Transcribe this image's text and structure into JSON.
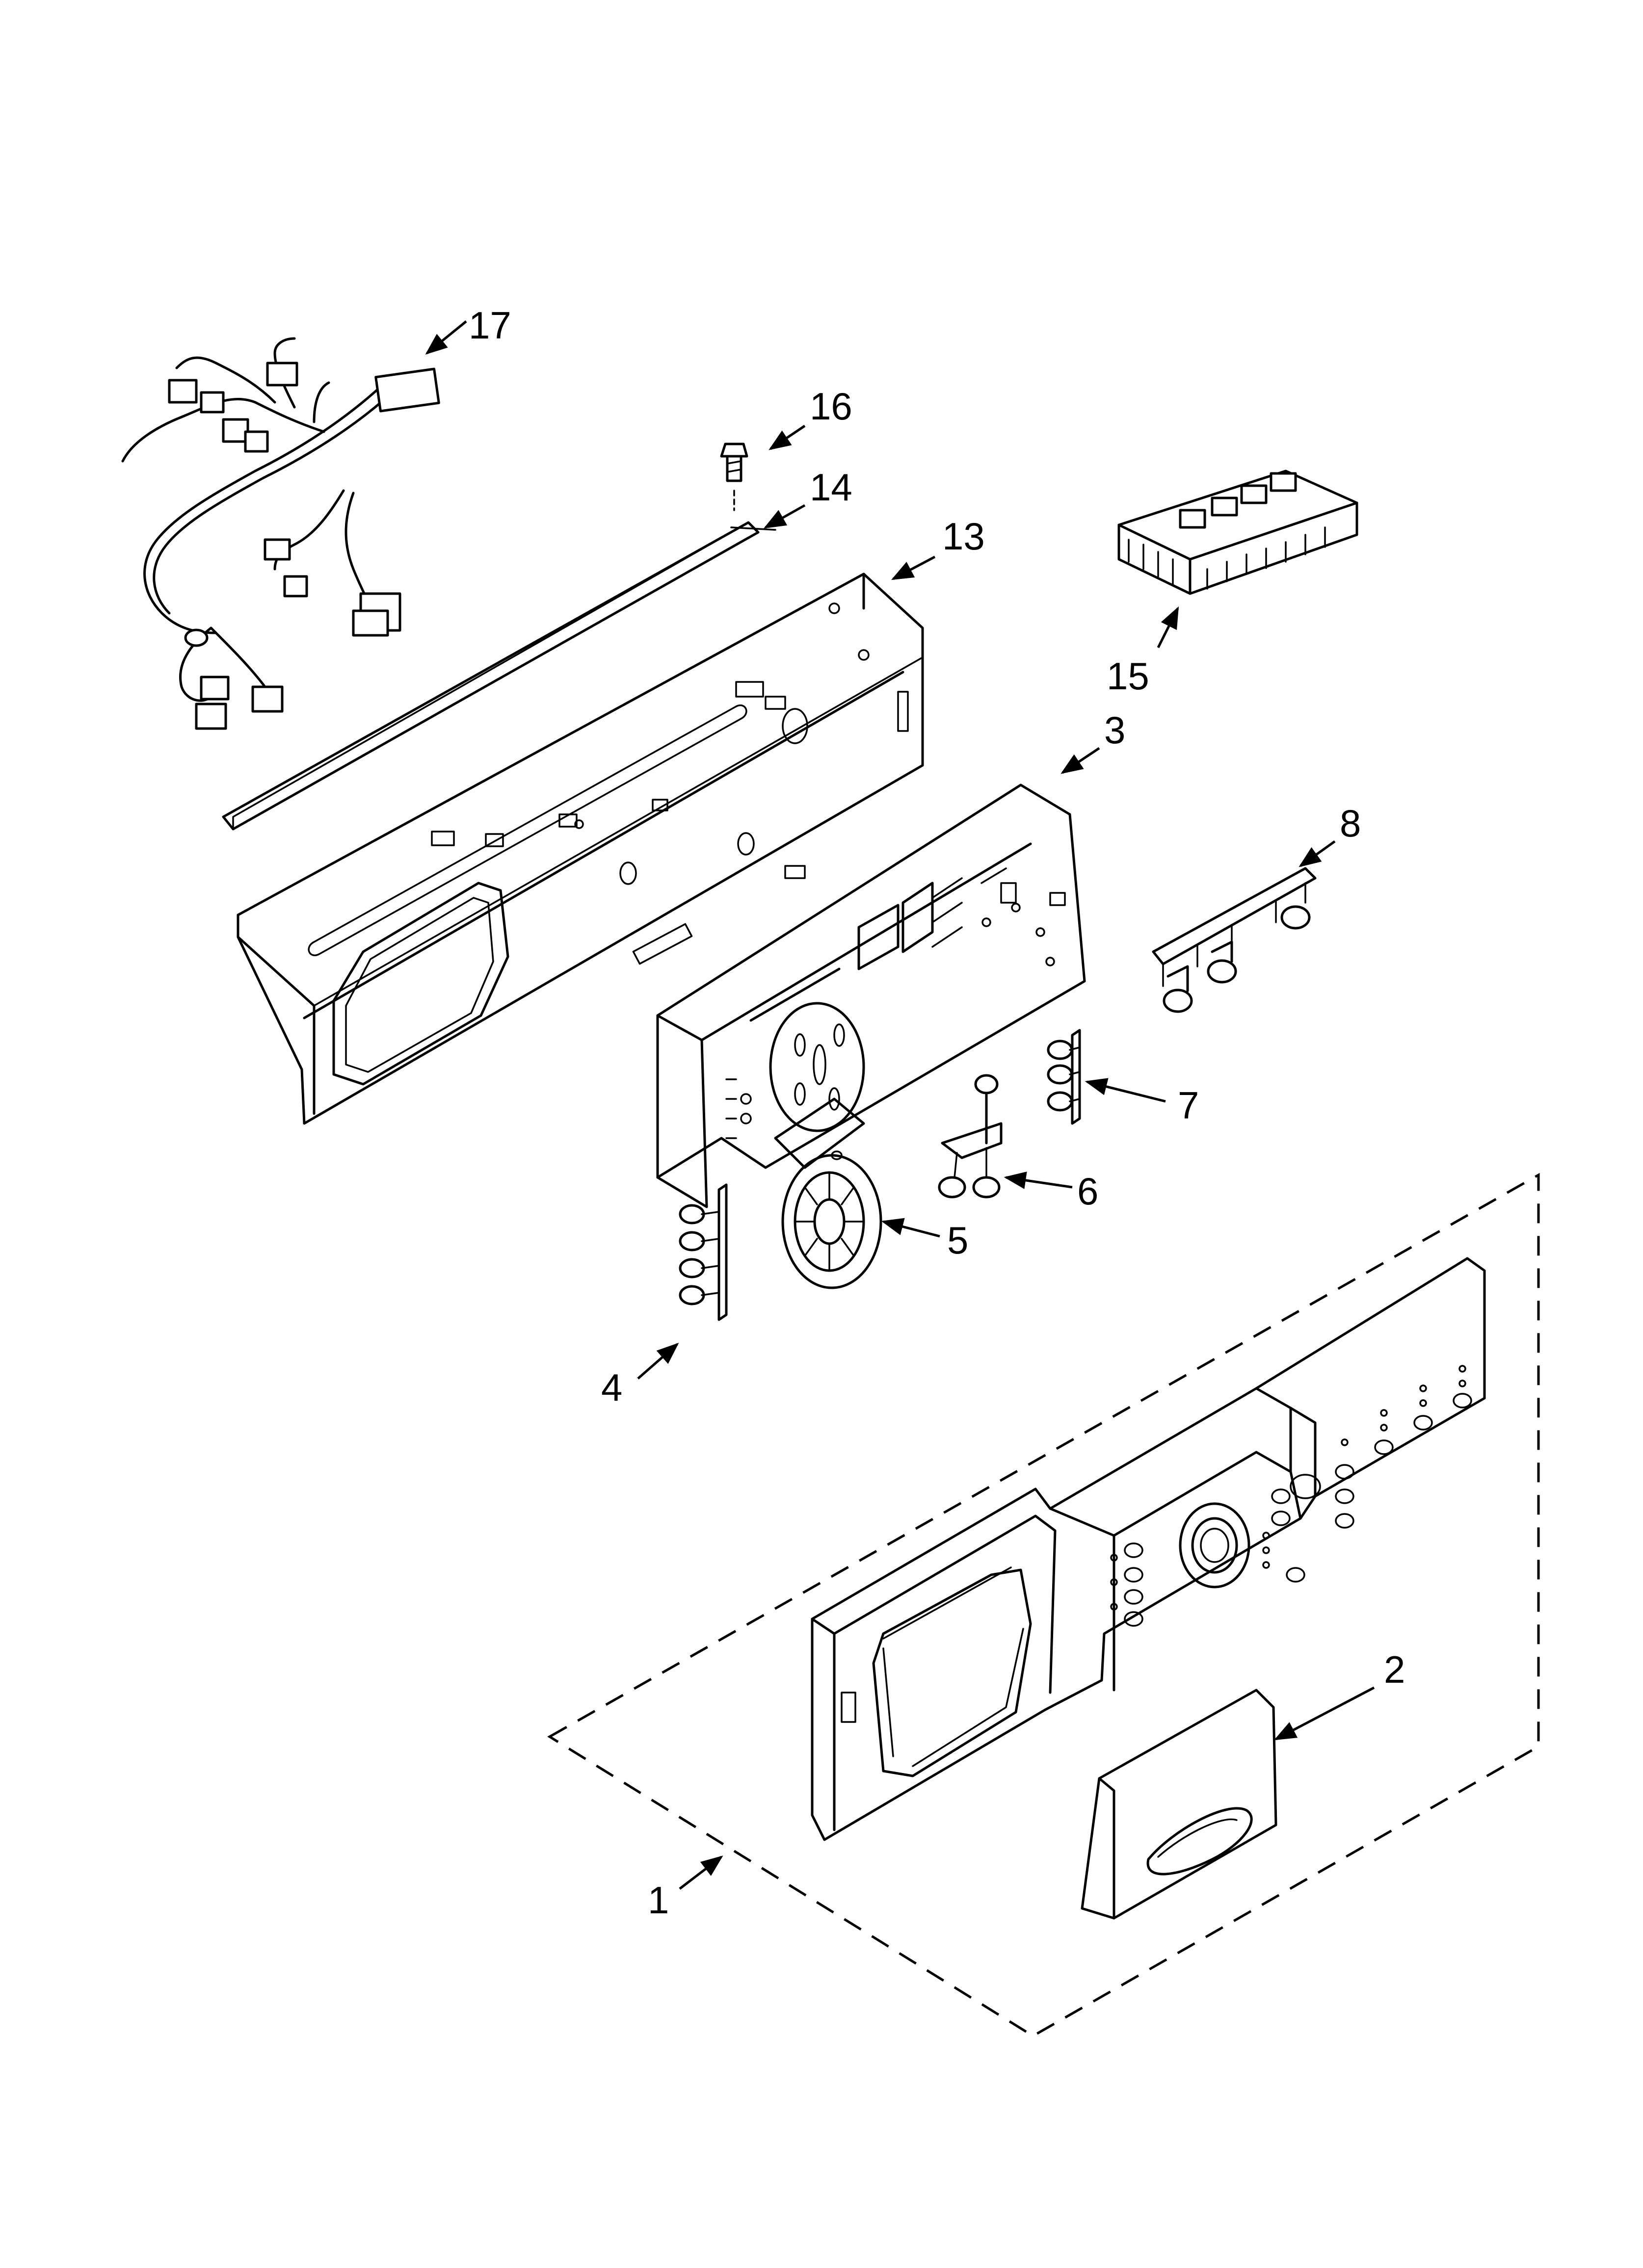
{
  "callouts": {
    "c1": "1",
    "c2": "2",
    "c3": "3",
    "c4": "4",
    "c5": "5",
    "c6": "6",
    "c7": "7",
    "c8": "8",
    "c13": "13",
    "c14": "14",
    "c15": "15",
    "c16": "16",
    "c17": "17"
  },
  "colors": {
    "ink": "#000000",
    "paper": "#ffffff"
  }
}
